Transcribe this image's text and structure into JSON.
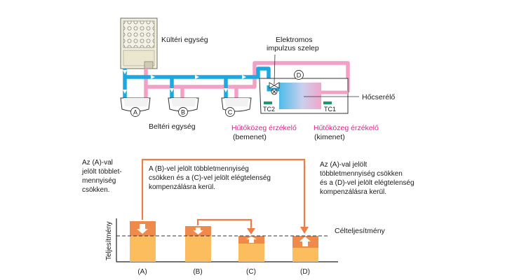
{
  "top": {
    "outdoor_unit": "Kültéri egység",
    "indoor_unit": "Beltéri egység",
    "valve_line1": "Elektromos",
    "valve_line2": "impulzus szelep",
    "heat_exchanger": "Hőcserélő",
    "unit_letters": [
      "A",
      "B",
      "C",
      "D"
    ],
    "tc2": "TC2",
    "tc1": "TC1",
    "sensor_in_title": "Hűtőközeg érzékelő",
    "sensor_in_sub": "(bemenet)",
    "sensor_out_title": "Hűtőközeg érzékelő",
    "sensor_out_sub": "(kimenet)"
  },
  "bottom": {
    "note_a": [
      "Az (A)-val",
      "jelölt többlet-",
      "mennyiség",
      "csökken."
    ],
    "note_bc": [
      "A (B)-vel jelölt többletmennyiség",
      "csökken és a (C)-vel jelölt elégtelenség",
      "kompenzálásra kerül."
    ],
    "note_d": [
      "Az (A)-val jelölt",
      "többletmennyiség csökken",
      "és a (D)-vel jelölt elégtelenség",
      "kompenzálásra kerül."
    ],
    "ylabel": "Teljesítmény",
    "target_label": "Célteljesítmény",
    "categories": [
      "(A)",
      "(B)",
      "(C)",
      "(D)"
    ]
  },
  "colors": {
    "blue_pipe": "#1ea8e0",
    "pink_pipe": "#f2a0c6",
    "bar_light": "#fbbd5e",
    "bar_dark": "#f08a4b",
    "arrow": "#ef7d45",
    "sensor_green": "#1a9b6a"
  }
}
